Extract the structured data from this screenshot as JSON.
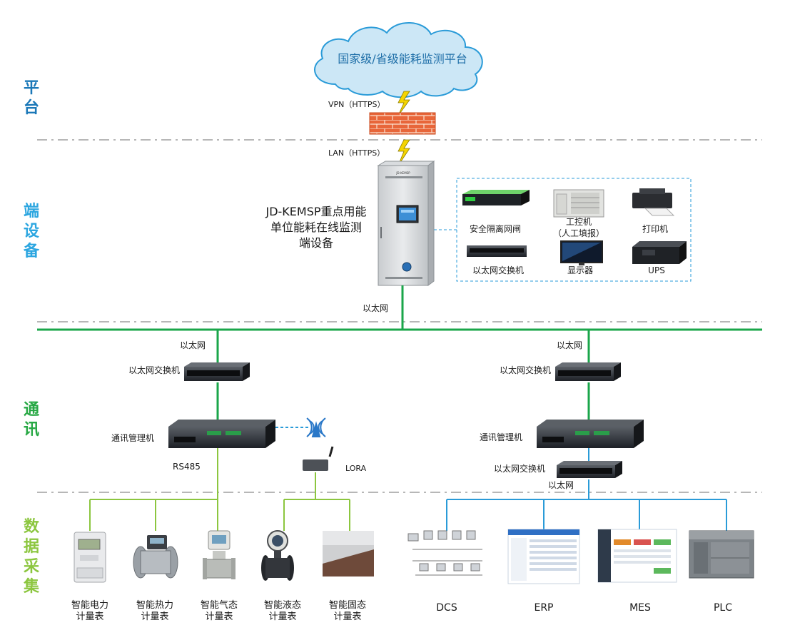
{
  "sections": {
    "platform": [
      "平",
      "台"
    ],
    "terminal": [
      "端",
      "设",
      "备"
    ],
    "comm": [
      "通",
      "讯"
    ],
    "collect": [
      "数",
      "据",
      "采",
      "集"
    ]
  },
  "section_colors": {
    "platform": "#1b78b8",
    "terminal": "#2ca6e0",
    "comm": "#27a844",
    "collect": "#8cc63f"
  },
  "cloud": {
    "text": "国家级/省级能耗监测平台",
    "fill": "#cce7f6",
    "stroke": "#2a9bd8",
    "text_color": "#1f6fa8"
  },
  "links": {
    "vpn": "VPN（HTTPS）",
    "lan": "LAN（HTTPS）"
  },
  "cabinet": {
    "lines": [
      "JD-KEMSP重点用能",
      "单位能耗在线监测",
      "端设备"
    ]
  },
  "peripherals": [
    {
      "name": "安全隔离网闸",
      "icon": "gateway-device-icon"
    },
    {
      "name": "工控机",
      "sub": "（人工填报）",
      "icon": "industrial-pc-icon"
    },
    {
      "name": "打印机",
      "icon": "printer-icon"
    },
    {
      "name": "以太网交换机",
      "icon": "switch-icon"
    },
    {
      "name": "显示器",
      "icon": "monitor-icon"
    },
    {
      "name": "UPS",
      "icon": "ups-icon"
    }
  ],
  "network": {
    "ethernet": "以太网",
    "switch": "以太网交换机",
    "comm_manager": "通讯管理机",
    "rs485": "RS485",
    "lora": "LORA",
    "colors": {
      "green": "#1aa64a",
      "yellow_green": "#8cc63f",
      "blue": "#2a9bd8"
    }
  },
  "meters": [
    {
      "line1": "智能电力",
      "line2": "计量表",
      "icon": "power-meter-icon"
    },
    {
      "line1": "智能热力",
      "line2": "计量表",
      "icon": "heat-meter-icon"
    },
    {
      "line1": "智能气态",
      "line2": "计量表",
      "icon": "gas-meter-icon"
    },
    {
      "line1": "智能液态",
      "line2": "计量表",
      "icon": "liquid-meter-icon"
    },
    {
      "line1": "智能固态",
      "line2": "计量表",
      "icon": "solid-meter-icon"
    }
  ],
  "systems": [
    {
      "name": "DCS",
      "icon": "dcs-diagram-icon"
    },
    {
      "name": "ERP",
      "icon": "erp-screen-icon"
    },
    {
      "name": "MES",
      "icon": "mes-screen-icon"
    },
    {
      "name": "PLC",
      "icon": "plc-device-icon"
    }
  ]
}
